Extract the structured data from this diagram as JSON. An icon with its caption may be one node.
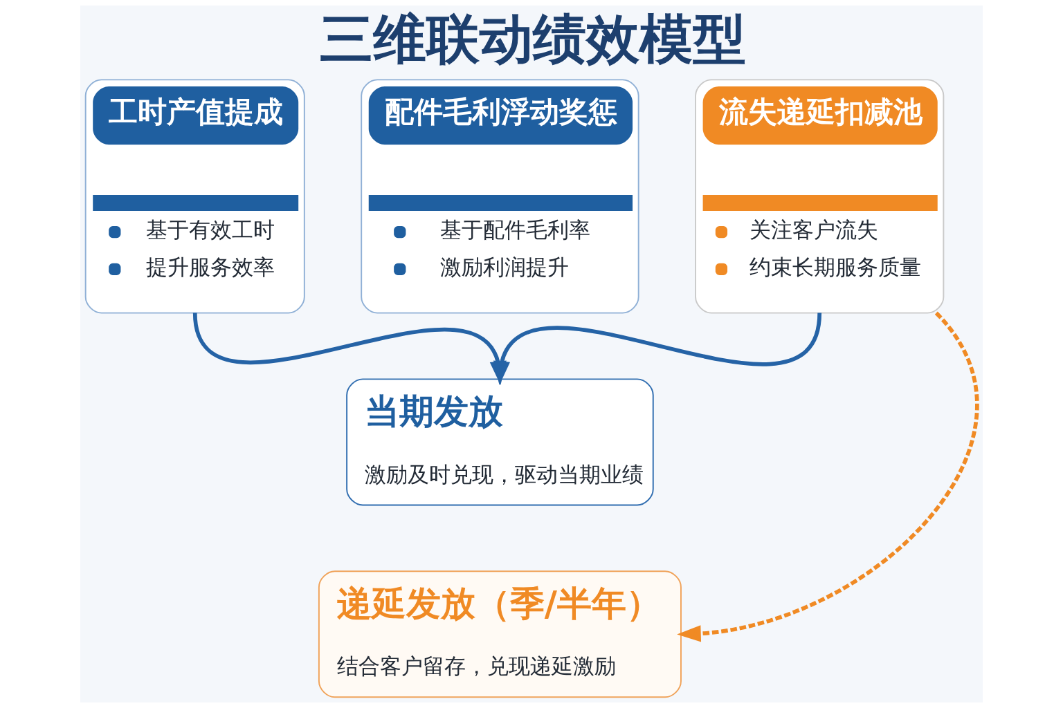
{
  "diagram": {
    "title": "三维联动绩效模型",
    "nodes": [
      {
        "text": [
          "工时产值提成",
          "基于有效工时",
          "提升服务效率"
        ]
      },
      {
        "text": [
          "配件毛利浮动奖惩",
          "基于配件毛利率",
          "激励利润提升"
        ]
      },
      {
        "text": [
          "流失递延扣减池",
          "关注客户流失",
          "约束长期服务质量"
        ]
      },
      {
        "text": [
          "当期发放",
          "激励及时兑现，驱动当期业绩"
        ]
      },
      {
        "text": [
          "递延发放（季/半年）",
          "结合客户留存，兑现递延激励"
        ]
      }
    ],
    "edges": [
      {
        "from": 0,
        "to": 3,
        "arrow": "to"
      },
      {
        "from": 2,
        "to": 3,
        "arrow": "to"
      },
      {
        "from": 2,
        "to": 4,
        "arrow": "to",
        "style": "dashed",
        "color": "#f08a24"
      }
    ]
  }
}
